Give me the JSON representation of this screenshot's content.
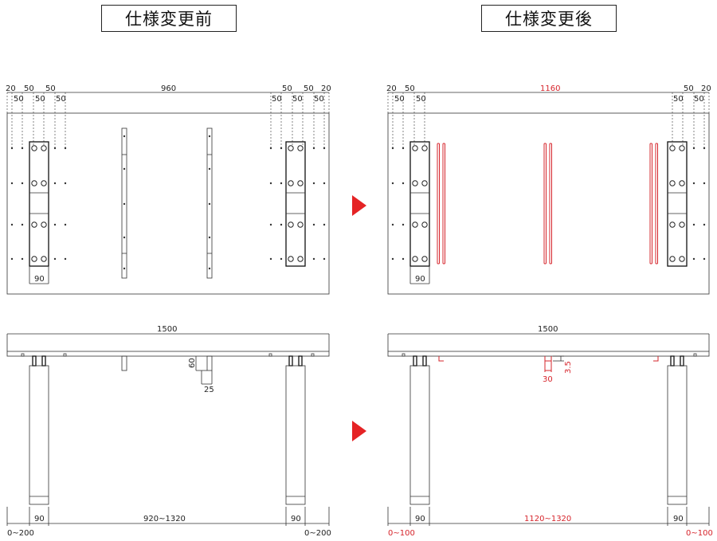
{
  "titles": {
    "before": "仕様変更前",
    "after": "仕様変更後"
  },
  "colors": {
    "changed": "#d6242b",
    "line": "#333333",
    "arrow": "#e52325"
  },
  "icons": [
    "arrow-right-icon",
    "arrow-right-icon"
  ],
  "before": {
    "plan": {
      "top_left": [
        "20",
        "50",
        "50",
        "50",
        "50",
        "50"
      ],
      "center": "960",
      "top_right": [
        "50",
        "50",
        "50",
        "50",
        "50",
        "20"
      ],
      "leg_width": "90"
    },
    "elevation": {
      "width": "1500",
      "bracket_height": "60",
      "bracket_width": "25",
      "leg_left": "90",
      "leg_right": "90",
      "span": "920~1320",
      "adjust_left": "0~200",
      "adjust_right": "0~200"
    }
  },
  "after": {
    "plan": {
      "top_left": [
        "20",
        "50",
        "50",
        "50"
      ],
      "center": "1160",
      "top_right": [
        "50",
        "50",
        "50",
        "20"
      ],
      "leg_width": "90"
    },
    "elevation": {
      "width": "1500",
      "channel_width": "30",
      "channel_thickness": "3.5",
      "leg_left": "90",
      "leg_right": "90",
      "span": "1120~1320",
      "adjust_left": "0~100",
      "adjust_right": "0~100"
    }
  }
}
